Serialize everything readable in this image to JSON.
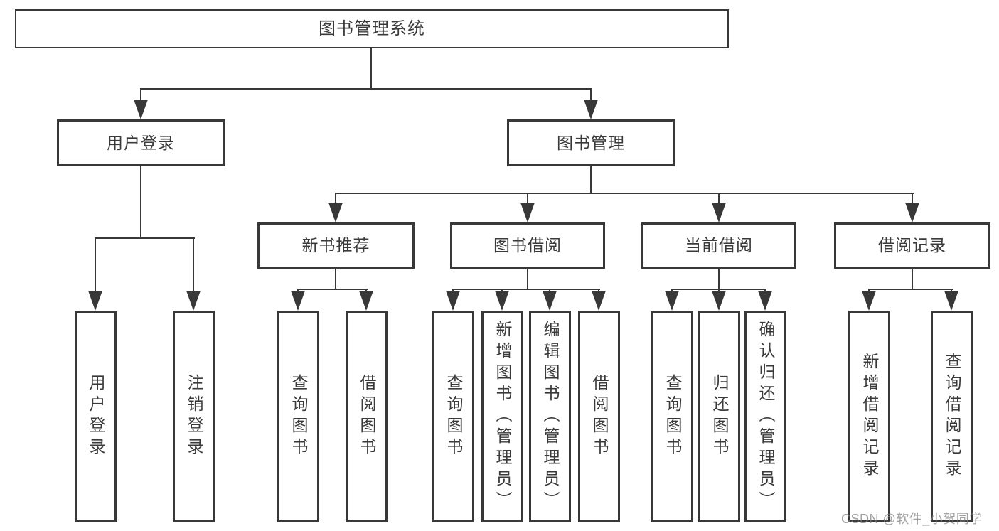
{
  "diagram": {
    "title": "图书管理系统",
    "watermark": "CSDN @软件_小贺同学",
    "colors": {
      "line": "#383838",
      "text": "#3a3a3a",
      "watermark": "#828282",
      "background": "#ffffff"
    },
    "nodes": {
      "root": "图书管理系统",
      "user_login": "用户登录",
      "book_mgmt": "图书管理",
      "new_books": "新书推荐",
      "book_borrow": "图书借阅",
      "current_borrow": "当前借阅",
      "borrow_records": "借阅记录",
      "leaves": {
        "user_login": [
          "用户登录",
          "注销登录"
        ],
        "new_books": [
          "查询图书",
          "借阅图书"
        ],
        "book_borrow": [
          "查询图书",
          "新增图书（管理员）",
          "编辑图书（管理员）",
          "借阅图书"
        ],
        "current_borrow": [
          "查询图书",
          "归还图书",
          "确认归还（管理员）"
        ],
        "borrow_records": [
          "新增借阅记录",
          "查询借阅记录"
        ]
      }
    }
  }
}
